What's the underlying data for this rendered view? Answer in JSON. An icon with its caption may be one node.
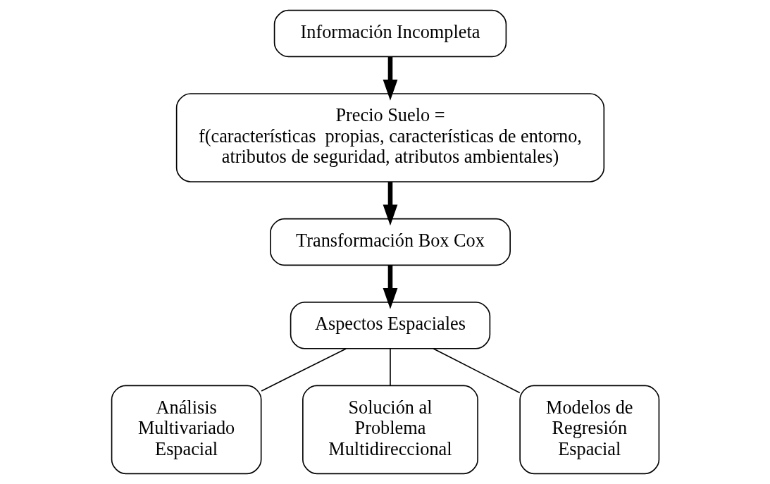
{
  "diagram": {
    "nodes": [
      {
        "text": [
          "Información Incompleta"
        ]
      },
      {
        "text": [
          "Precio Suelo =",
          "f(características  propias, características de entorno, atributos de seguridad, atributos ambientales)"
        ]
      },
      {
        "text": [
          "Transformación Box Cox"
        ]
      },
      {
        "text": [
          "Aspectos Espaciales"
        ]
      },
      {
        "text": [
          "Análisis Multivariado Espacial"
        ]
      },
      {
        "text": [
          "Solución al Problema Multidireccional"
        ]
      },
      {
        "text": [
          "Modelos de Regresión Espacial"
        ]
      }
    ],
    "edges": [
      {
        "from": 0,
        "to": 1,
        "arrow": "to",
        "style": "thick"
      },
      {
        "from": 1,
        "to": 2,
        "arrow": "to",
        "style": "thick"
      },
      {
        "from": 2,
        "to": 3,
        "arrow": "to",
        "style": "thick"
      },
      {
        "from": 3,
        "to": 4,
        "arrow": "none"
      },
      {
        "from": 3,
        "to": 5,
        "arrow": "none"
      },
      {
        "from": 3,
        "to": 6,
        "arrow": "none"
      }
    ]
  }
}
